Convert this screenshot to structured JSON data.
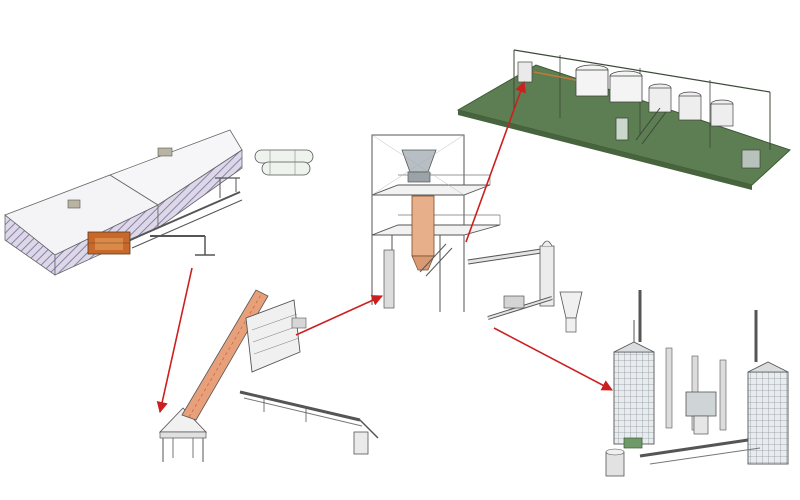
{
  "diagram": {
    "kind": "process-flow illustration",
    "colors": {
      "background": "#ffffff",
      "line": "#555555",
      "arrow": "#cc1f1f",
      "roof_shade": "#8a7fa8",
      "machine_orange": "#c8682a",
      "platform_green": "#5d7d52",
      "equipment_gray": "#9aa3a8",
      "silo_gray": "#cfd4d7"
    },
    "nodes": [
      {
        "id": "storage-shed",
        "icon": "warehouse-shed-icon"
      },
      {
        "id": "incline-conveyor",
        "icon": "incline-conveyor-icon"
      },
      {
        "id": "processing-tower",
        "icon": "steel-tower-icon"
      },
      {
        "id": "tank-platform",
        "icon": "tank-platform-icon"
      },
      {
        "id": "cyclone-unit",
        "icon": "cyclone-separator-icon"
      },
      {
        "id": "silo-plant",
        "icon": "silo-bins-icon"
      }
    ],
    "edges": [
      {
        "from": "storage-shed",
        "to": "incline-conveyor"
      },
      {
        "from": "incline-conveyor",
        "to": "processing-tower"
      },
      {
        "from": "processing-tower",
        "to": "tank-platform"
      },
      {
        "from": "processing-tower",
        "to": "silo-plant"
      }
    ]
  }
}
